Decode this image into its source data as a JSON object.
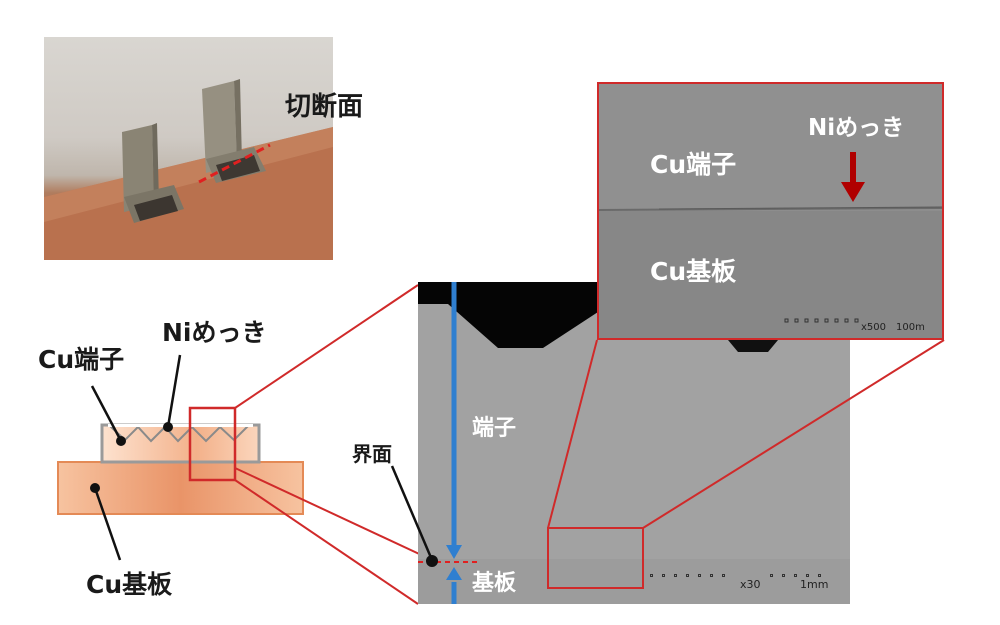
{
  "photo": {
    "cut_label": "切断面"
  },
  "schematic": {
    "terminal_label": "Cu端子",
    "plating_label": "Niめっき",
    "substrate_label": "Cu基板"
  },
  "sem_overview": {
    "terminal_label": "端子",
    "substrate_label": "基板",
    "interface_label": "界面",
    "magnification": "x30",
    "scale_bar": "1mm"
  },
  "sem_inset": {
    "terminal_label": "Cu端子",
    "substrate_label": "Cu基板",
    "plating_label": "Niめっき",
    "magnification": "x500",
    "scale_bar": "100m"
  },
  "colors": {
    "red": "#d02a2a",
    "blue": "#2f7fd0",
    "copper": "#f0a77a"
  }
}
